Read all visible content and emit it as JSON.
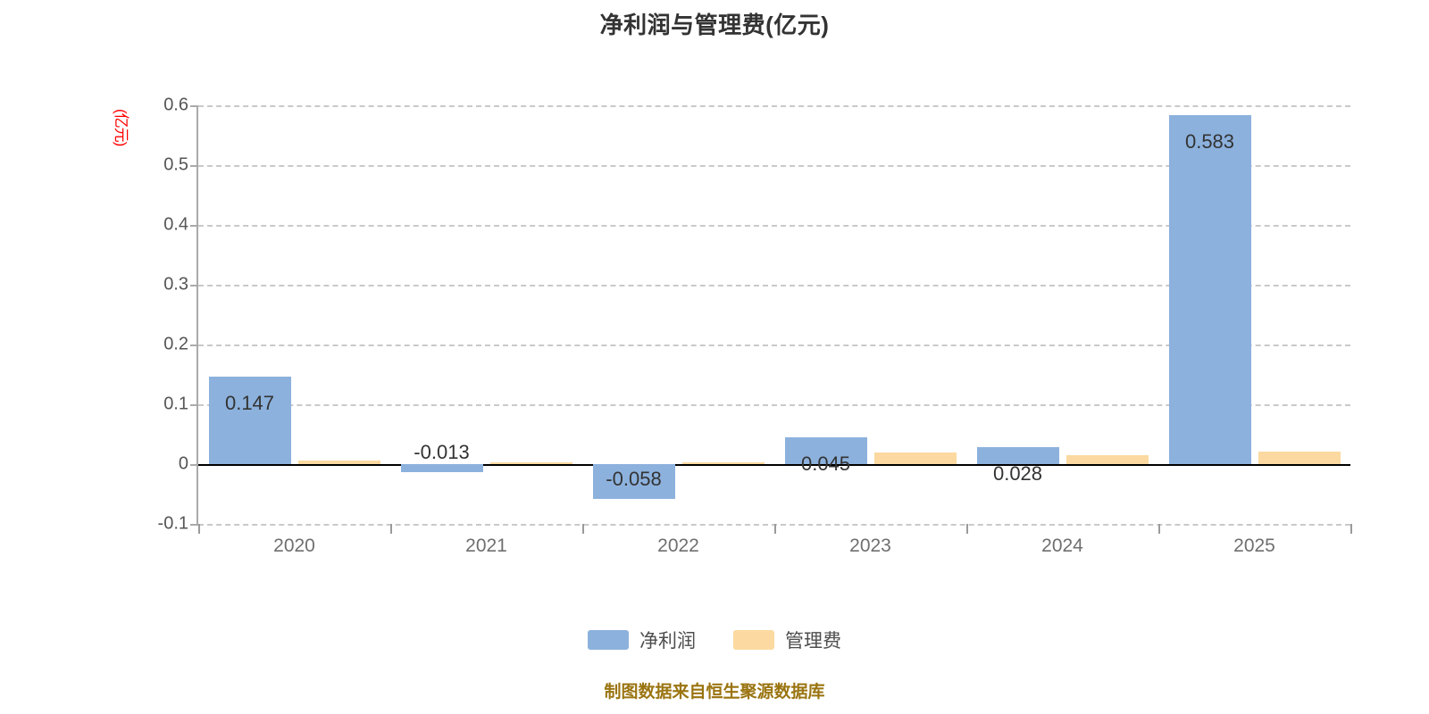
{
  "chart_data": {
    "type": "bar",
    "title": "净利润与管理费(亿元)",
    "xlabel": "",
    "ylabel": "(亿元)",
    "ylim": [
      -0.1,
      0.6
    ],
    "ytick_values": [
      0.6,
      0.5,
      0.4,
      0.3,
      0.2,
      0.1,
      0,
      -0.1
    ],
    "ytick_labels": [
      "0.6",
      "0.5",
      "0.4",
      "0.3",
      "0.2",
      "0.1",
      "0",
      "-0.1"
    ],
    "grid": true,
    "legend_position": "bottom",
    "categories": [
      "2020",
      "2021",
      "2022",
      "2023",
      "2024",
      "2025"
    ],
    "series": [
      {
        "name": "净利润",
        "color": "#8cb1dd",
        "values": [
          0.147,
          -0.013,
          -0.058,
          0.045,
          0.028,
          0.583
        ],
        "labels": [
          "0.147",
          "-0.013",
          "-0.058",
          "0.045",
          "0.028",
          "0.583"
        ]
      },
      {
        "name": "管理费",
        "color": "#fbd9a0",
        "values": [
          0.006,
          0.003,
          0.003,
          0.019,
          0.015,
          0.021
        ],
        "labels": [
          "",
          "",
          "",
          "",
          "",
          ""
        ]
      }
    ],
    "footer_note": "制图数据来自恒生聚源数据库"
  },
  "colors": {
    "net_profit": "#8cb1dd",
    "admin_expense": "#fbd9a0",
    "title": "#333333",
    "axis_label": "#6f6f6f",
    "unit_label": "#ff0000",
    "footer": "#9a7410",
    "gridline": "#c9c9c9",
    "zero_line": "#000000"
  }
}
